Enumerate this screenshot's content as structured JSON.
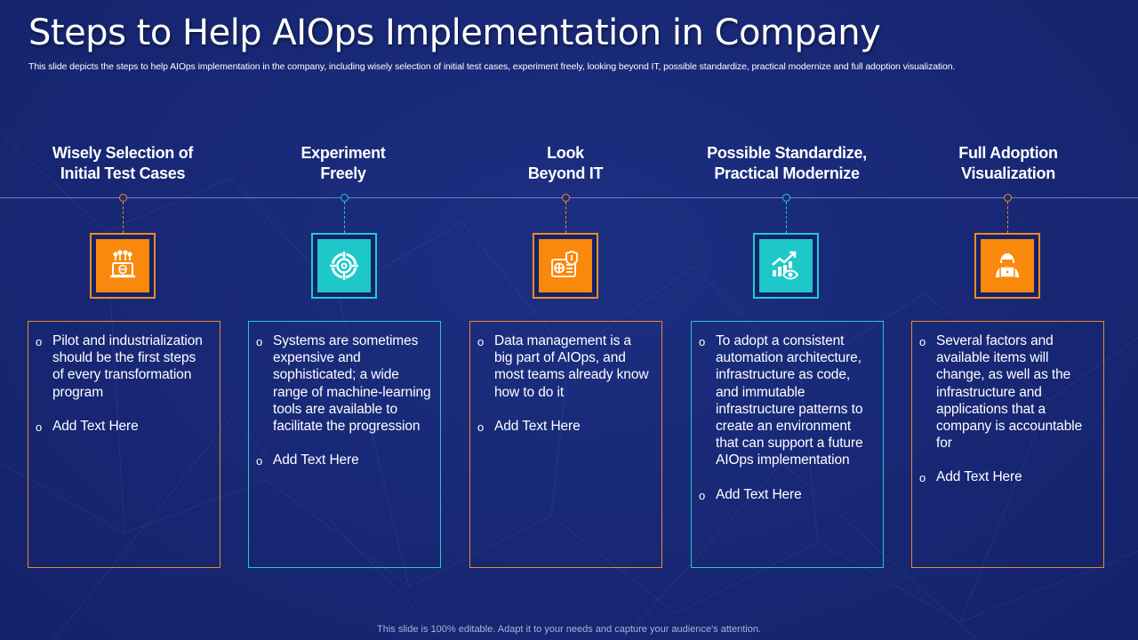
{
  "slide": {
    "title": "Steps to Help AIOps Implementation in Company",
    "subtitle": "This slide depicts the steps to help AIOps implementation in the company, including wisely selection of initial test cases, experiment freely, looking beyond IT, possible standardize, practical modernize and full adoption visualization.",
    "footer": "This slide is 100% editable. Adapt it to your needs and capture your audience's attention."
  },
  "colors": {
    "background": "#1a2b7a",
    "orange": "#f9890c",
    "teal": "#1ec8c8",
    "timeline": "#6d7fc4"
  },
  "steps": [
    {
      "heading_line1": "Wisely Selection of",
      "heading_line2": "Initial Test Cases",
      "icon": "laptop-network-icon",
      "accent": "orange",
      "bullets": [
        "Pilot and industrialization should be the first steps of every transformation program",
        "Add Text Here"
      ]
    },
    {
      "heading_line1": "Experiment",
      "heading_line2": "Freely",
      "icon": "target-crosshair-icon",
      "accent": "teal",
      "bullets": [
        "Systems are sometimes expensive and sophisticated; a wide range of machine-learning tools are available to facilitate the progression",
        "Add Text Here"
      ]
    },
    {
      "heading_line1": "Look",
      "heading_line2": "Beyond IT",
      "icon": "passport-document-icon",
      "accent": "orange",
      "bullets": [
        "Data management is a big part of AIOps, and most teams already know how to do it",
        "Add Text Here"
      ]
    },
    {
      "heading_line1": "Possible Standardize,",
      "heading_line2": "Practical Modernize",
      "icon": "growth-chart-eye-icon",
      "accent": "teal",
      "bullets": [
        "To adopt a consistent automation architecture, infrastructure  as code, and immutable infrastructure  patterns to create an environment that can support a future AIOps implementation",
        "Add Text Here"
      ]
    },
    {
      "heading_line1": "Full Adoption",
      "heading_line2": "Visualization",
      "icon": "hacker-laptop-icon",
      "accent": "orange",
      "bullets": [
        "Several factors and available items will change, as well as the infrastructure  and applications that a company is accountable for",
        "Add Text Here"
      ]
    }
  ],
  "bullet_mark": "o"
}
